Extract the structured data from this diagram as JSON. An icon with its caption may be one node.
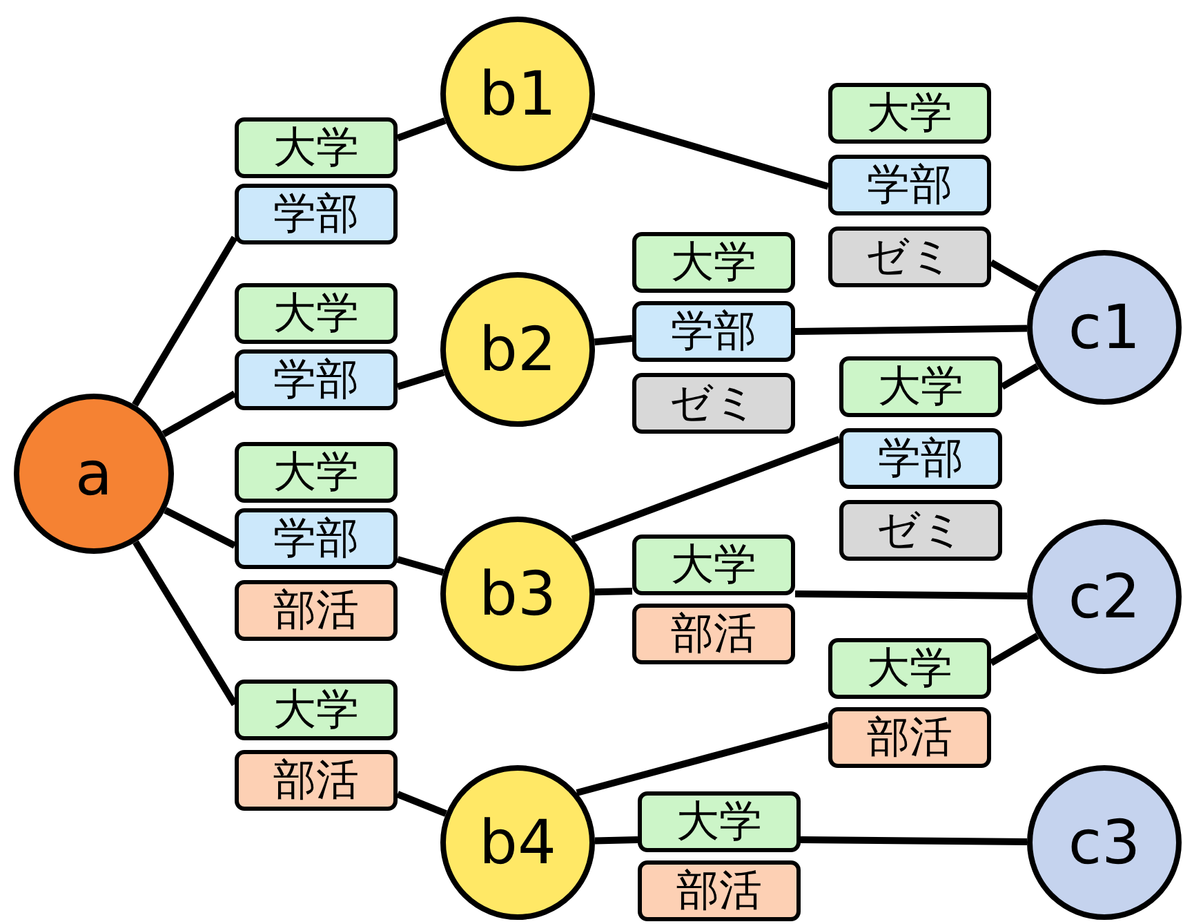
{
  "diagram": {
    "nodes": [
      {
        "text": [
          "a"
        ]
      },
      {
        "text": [
          "b1"
        ]
      },
      {
        "text": [
          "b2"
        ]
      },
      {
        "text": [
          "b3"
        ]
      },
      {
        "text": [
          "b4"
        ]
      },
      {
        "text": [
          "c1"
        ]
      },
      {
        "text": [
          "c2"
        ]
      },
      {
        "text": [
          "c3"
        ]
      },
      {
        "text": [
          "大学"
        ]
      },
      {
        "text": [
          "学部"
        ]
      },
      {
        "text": [
          "大学"
        ]
      },
      {
        "text": [
          "学部"
        ]
      },
      {
        "text": [
          "大学"
        ]
      },
      {
        "text": [
          "学部"
        ]
      },
      {
        "text": [
          "部活"
        ]
      },
      {
        "text": [
          "大学"
        ]
      },
      {
        "text": [
          "部活"
        ]
      },
      {
        "text": [
          "大学"
        ]
      },
      {
        "text": [
          "学部"
        ]
      },
      {
        "text": [
          "ゼミ"
        ]
      },
      {
        "text": [
          "大学"
        ]
      },
      {
        "text": [
          "学部"
        ]
      },
      {
        "text": [
          "ゼミ"
        ]
      },
      {
        "text": [
          "大学"
        ]
      },
      {
        "text": [
          "学部"
        ]
      },
      {
        "text": [
          "ゼミ"
        ]
      },
      {
        "text": [
          "大学"
        ]
      },
      {
        "text": [
          "部活"
        ]
      },
      {
        "text": [
          "大学"
        ]
      },
      {
        "text": [
          "部活"
        ]
      },
      {
        "text": [
          "大学"
        ]
      },
      {
        "text": [
          "部活"
        ]
      }
    ],
    "edges": [
      {
        "from": 0,
        "to": 9,
        "arrow": "none"
      },
      {
        "from": 8,
        "to": 1,
        "arrow": "none"
      },
      {
        "from": 0,
        "to": 11,
        "arrow": "none"
      },
      {
        "from": 11,
        "to": 2,
        "arrow": "none"
      },
      {
        "from": 0,
        "to": 13,
        "arrow": "none"
      },
      {
        "from": 13,
        "to": 3,
        "arrow": "none"
      },
      {
        "from": 0,
        "to": 15,
        "arrow": "none"
      },
      {
        "from": 16,
        "to": 4,
        "arrow": "none"
      },
      {
        "from": 1,
        "to": 18,
        "arrow": "none"
      },
      {
        "from": 19,
        "to": 5,
        "arrow": "none"
      },
      {
        "from": 2,
        "to": 21,
        "arrow": "none"
      },
      {
        "from": 21,
        "to": 5,
        "arrow": "none"
      },
      {
        "from": 3,
        "to": 24,
        "arrow": "none"
      },
      {
        "from": 23,
        "to": 5,
        "arrow": "none"
      },
      {
        "from": 3,
        "to": 26,
        "arrow": "none"
      },
      {
        "from": 26,
        "to": 6,
        "arrow": "none"
      },
      {
        "from": 4,
        "to": 29,
        "arrow": "none"
      },
      {
        "from": 28,
        "to": 6,
        "arrow": "none"
      },
      {
        "from": 4,
        "to": 30,
        "arrow": "none"
      },
      {
        "from": 30,
        "to": 7,
        "arrow": "none"
      }
    ]
  }
}
